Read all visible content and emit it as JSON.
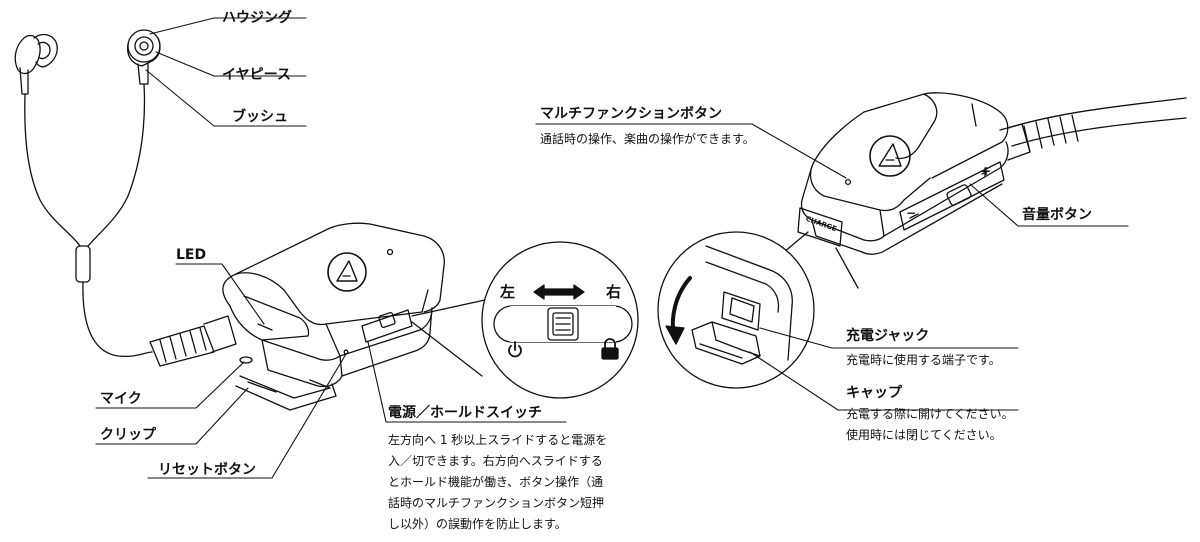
{
  "labels": {
    "housing": "ハウジング",
    "eartip": "イヤピース",
    "bush": "ブッシュ",
    "led": "LED",
    "mic": "マイク",
    "clip": "クリップ",
    "reset": "リセットボタン",
    "power_switch": "電源／ホールドスイッチ",
    "multifunction": "マルチファンクションボタン",
    "volume": "音量ボタン",
    "charge_jack": "充電ジャック",
    "cap": "キャップ",
    "charge_print": "CHARGE"
  },
  "descriptions": {
    "power_switch": [
      "左方向へ 1 秒以上スライドすると電源を",
      "入／切できます。右方向へスライドする",
      "とホールド機能が働き、ボタン操作（通",
      "話時のマルチファンクションボタン短押",
      "し以外）の誤動作を防止します。"
    ],
    "multifunction": "通話時の操作、楽曲の操作ができます。",
    "charge_jack": "充電時に使用する端子です。",
    "cap": [
      "充電する際に開けてください。",
      "使用時には閉じてください。"
    ]
  },
  "switch_detail": {
    "left": "左",
    "right": "右",
    "plus": "+",
    "minus": "−"
  },
  "icons": {
    "power": "power-icon",
    "lock": "lock-icon",
    "arrow": "double-arrow-icon",
    "logo": "triangle-logo-icon"
  },
  "colors": {
    "line": "#111111",
    "background": "#ffffff"
  }
}
